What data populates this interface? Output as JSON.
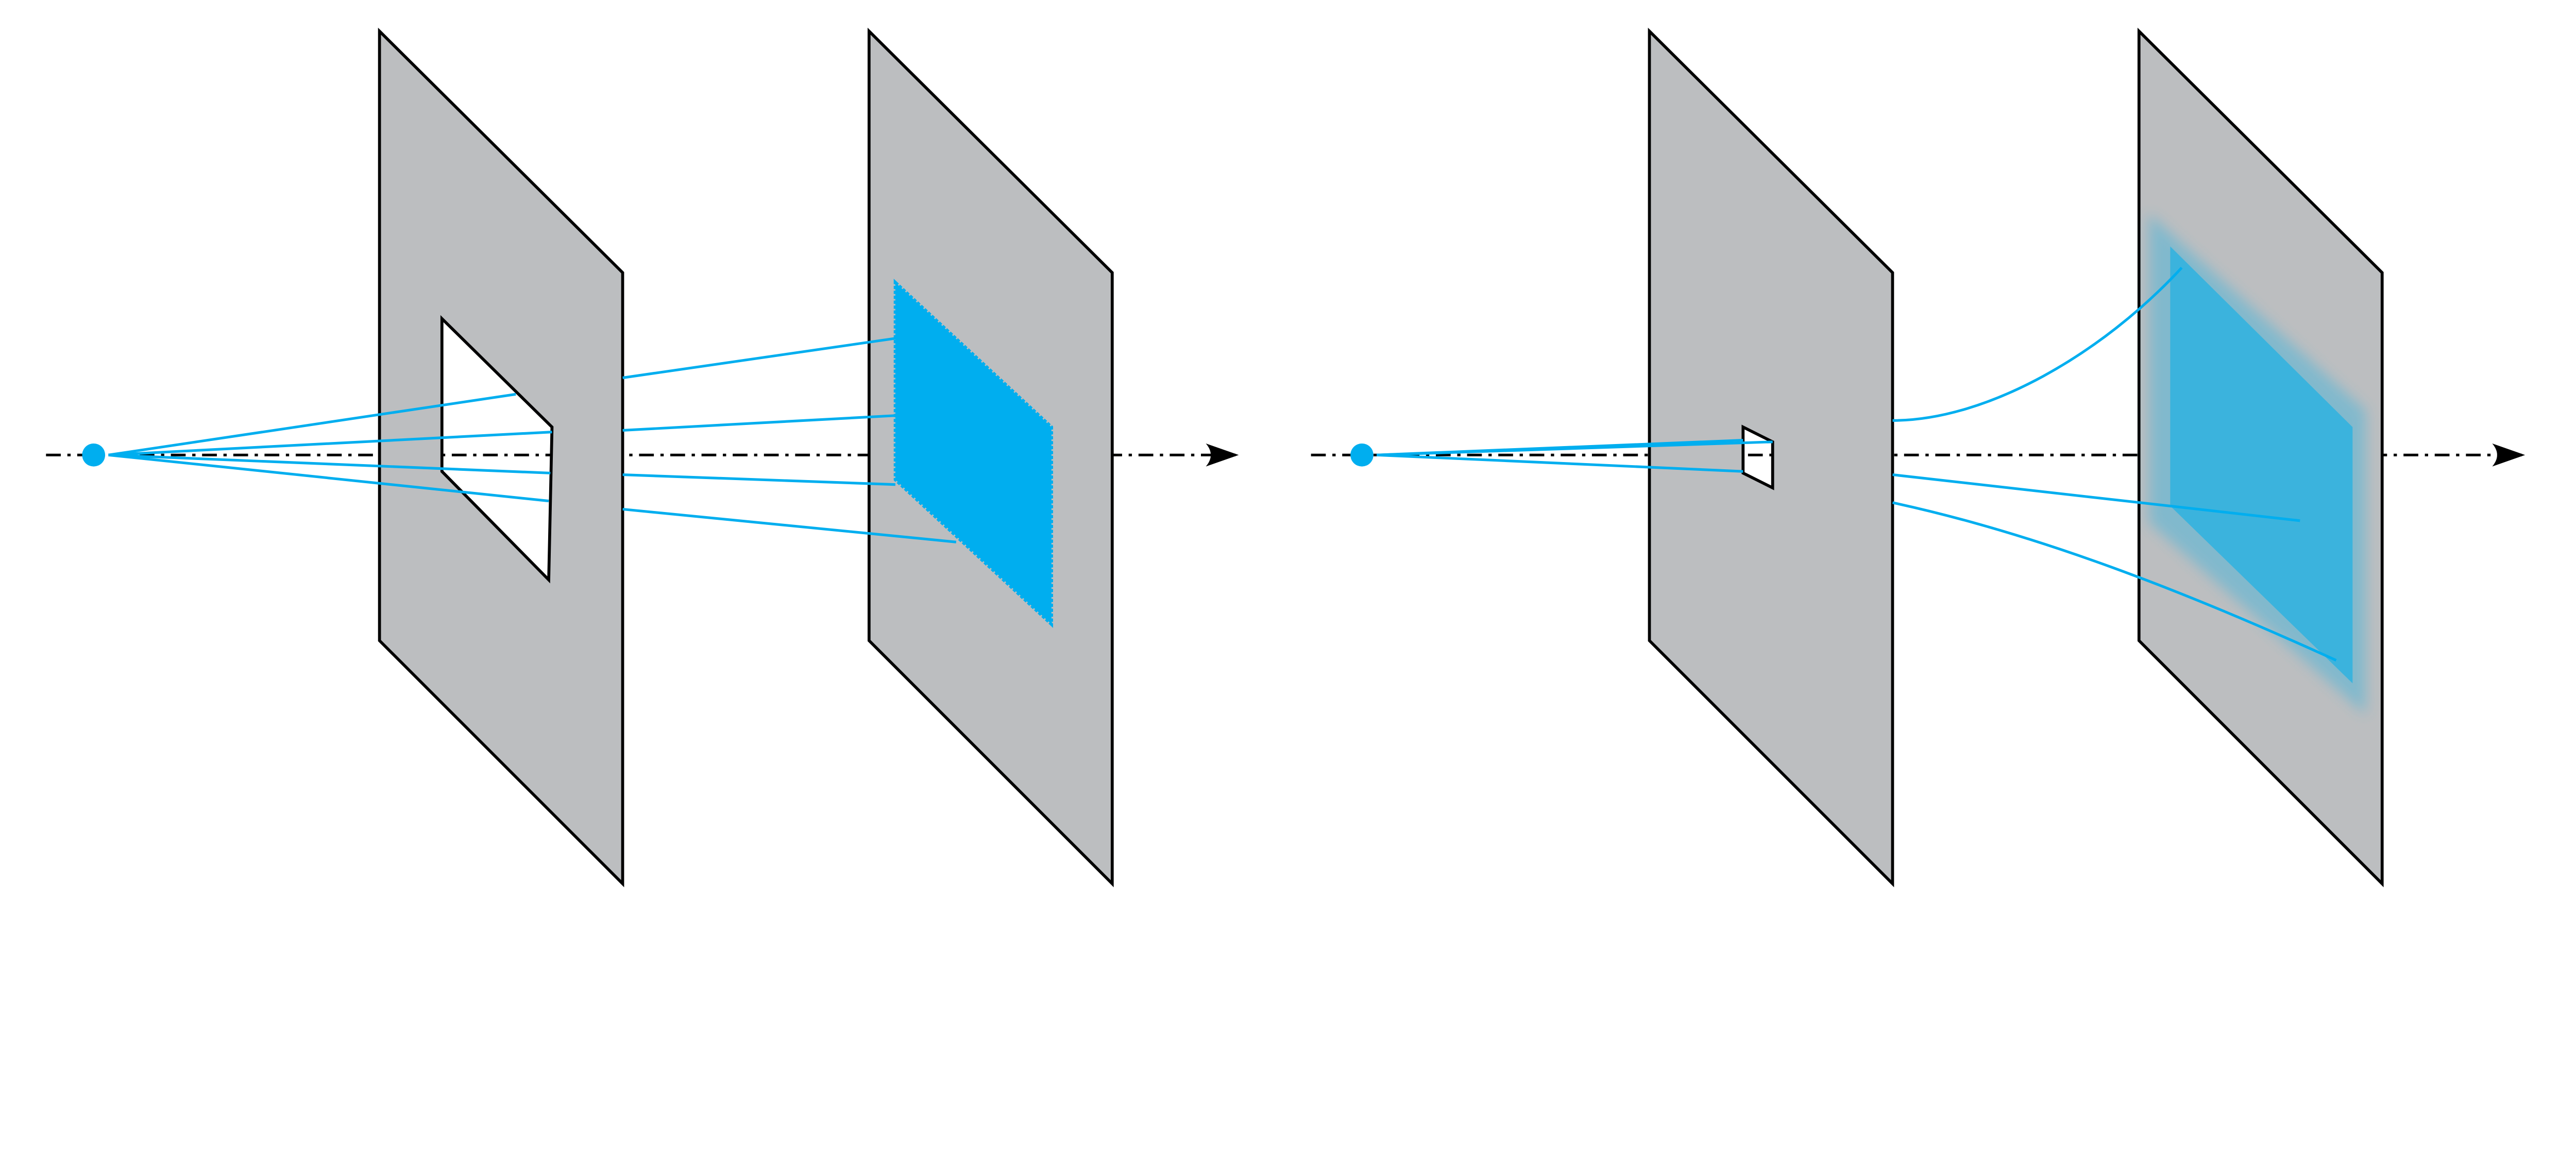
{
  "colors": {
    "plane": "#BCBEC0",
    "ray": "#00AEEF",
    "source": "#00AEEF",
    "sharp_patch": "#00AEEF",
    "blurred_patch": "#3BB3DD",
    "outline": "#000000"
  },
  "panels": [
    {
      "aperture": "large",
      "image": "sharp"
    },
    {
      "aperture": "small",
      "image": "blurred"
    }
  ]
}
